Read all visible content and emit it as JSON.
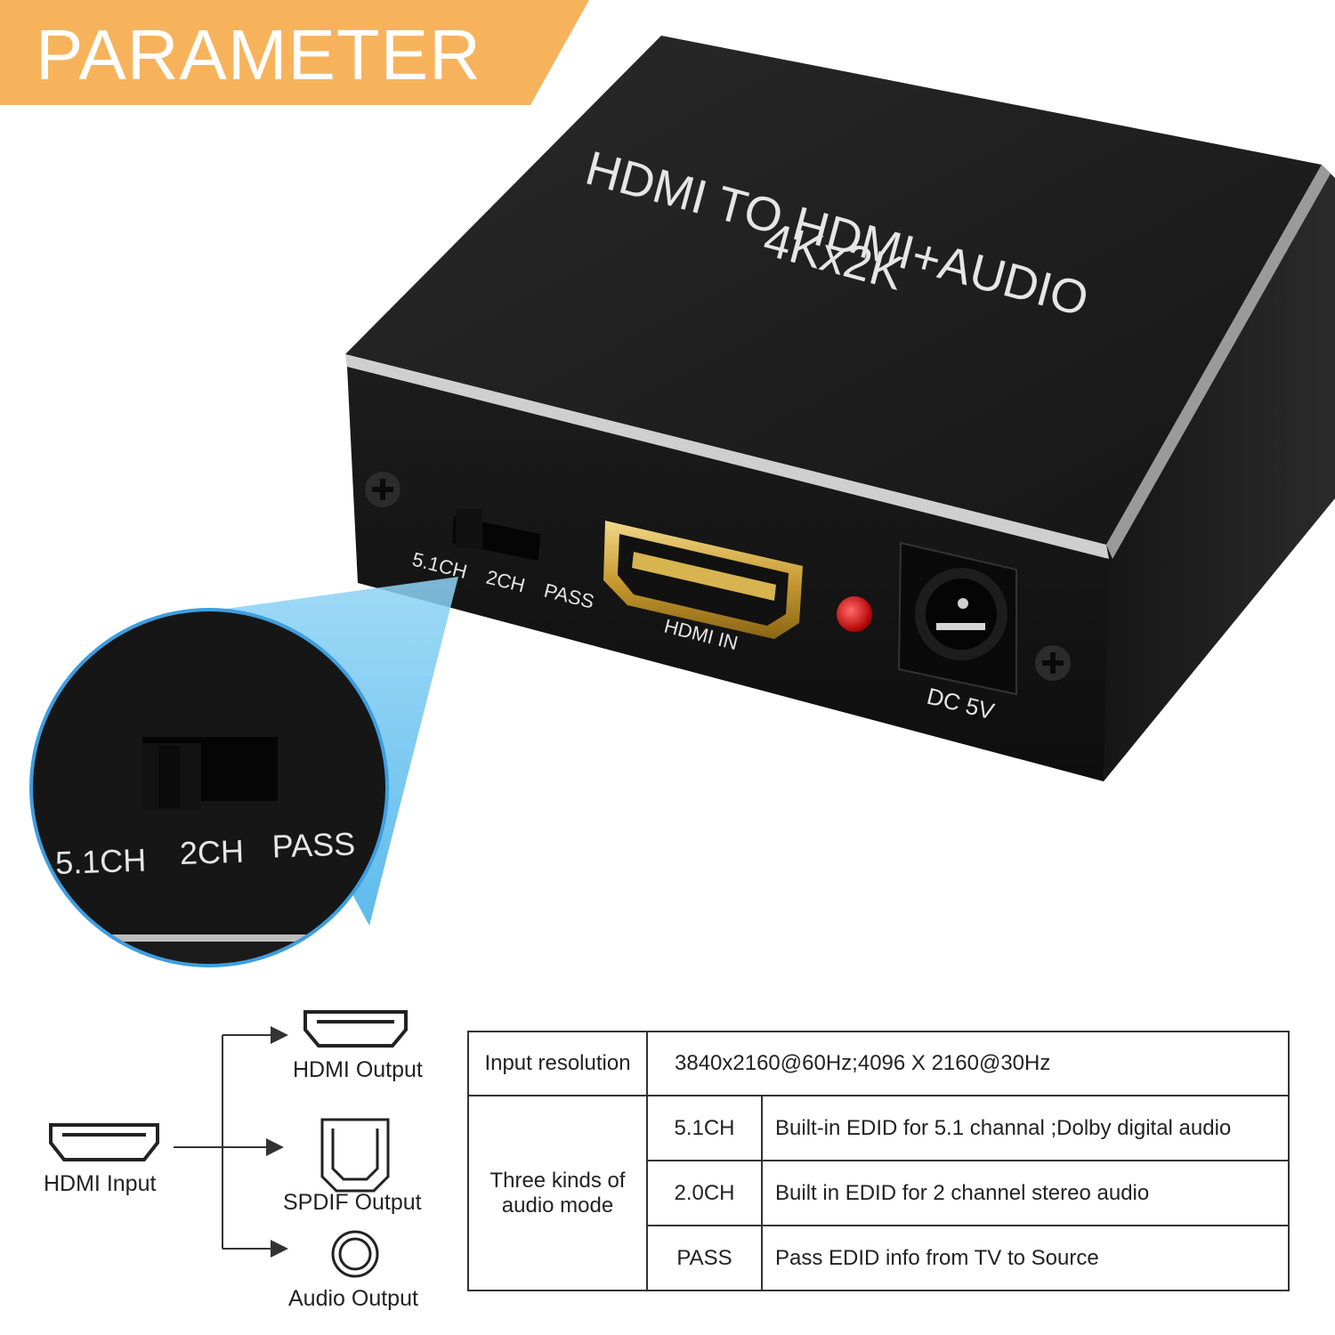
{
  "banner": {
    "title": "PARAMETER",
    "color": "#f7b35c"
  },
  "device": {
    "top_line1": "HDMI TO HDMI+AUDIO",
    "top_line2": "4Kx2K",
    "switch_labels": [
      "5.1CH",
      "2CH",
      "PASS"
    ],
    "port_label": "HDMI IN",
    "power_label": "DC 5V"
  },
  "zoom": {
    "switch_labels": [
      "5.1CH",
      "2CH",
      "PASS"
    ]
  },
  "diagram": {
    "input_label": "HDMI Input",
    "outputs": [
      "HDMI Output",
      "SPDIF Output",
      "Audio Output"
    ]
  },
  "table": {
    "input_resolution_label": "Input resolution",
    "input_resolution_value": "3840x2160@60Hz;4096 X 2160@30Hz",
    "modes_label": "Three kinds of audio mode",
    "modes": [
      {
        "name": "5.1CH",
        "desc": "Built-in EDID for 5.1 channal ;Dolby digital audio"
      },
      {
        "name": "2.0CH",
        "desc": "Built in EDID for 2 channel stereo audio"
      },
      {
        "name": "PASS",
        "desc": "Pass EDID info from TV to Source"
      }
    ]
  }
}
